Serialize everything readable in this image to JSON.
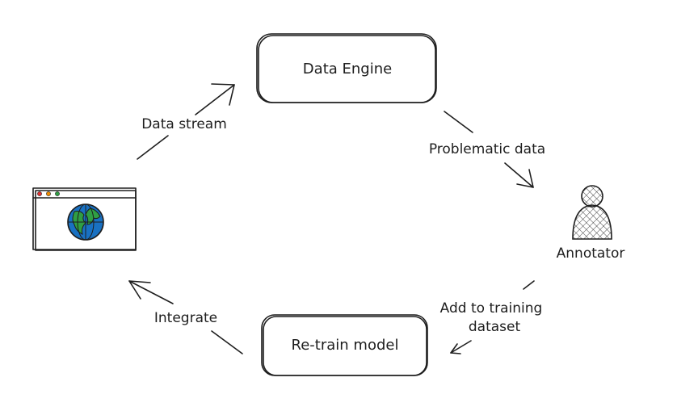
{
  "nodes": {
    "data_engine": "Data Engine",
    "retrain_model": "Re-train model",
    "annotator": "Annotator"
  },
  "edges": {
    "data_stream": "Data stream",
    "problematic_data": "Problematic data",
    "add_to_training_line1": "Add to training",
    "add_to_training_line2": "dataset",
    "integrate": "Integrate"
  },
  "icons": {
    "browser": "browser-window-icon",
    "globe": "globe-icon",
    "person": "person-icon"
  },
  "colors": {
    "stroke": "#1e1e1e",
    "globe_ocean": "#1971c2",
    "globe_land": "#2f9e44",
    "dot_red": "#e03131",
    "dot_yellow": "#f08c00",
    "dot_green": "#2f9e44"
  }
}
